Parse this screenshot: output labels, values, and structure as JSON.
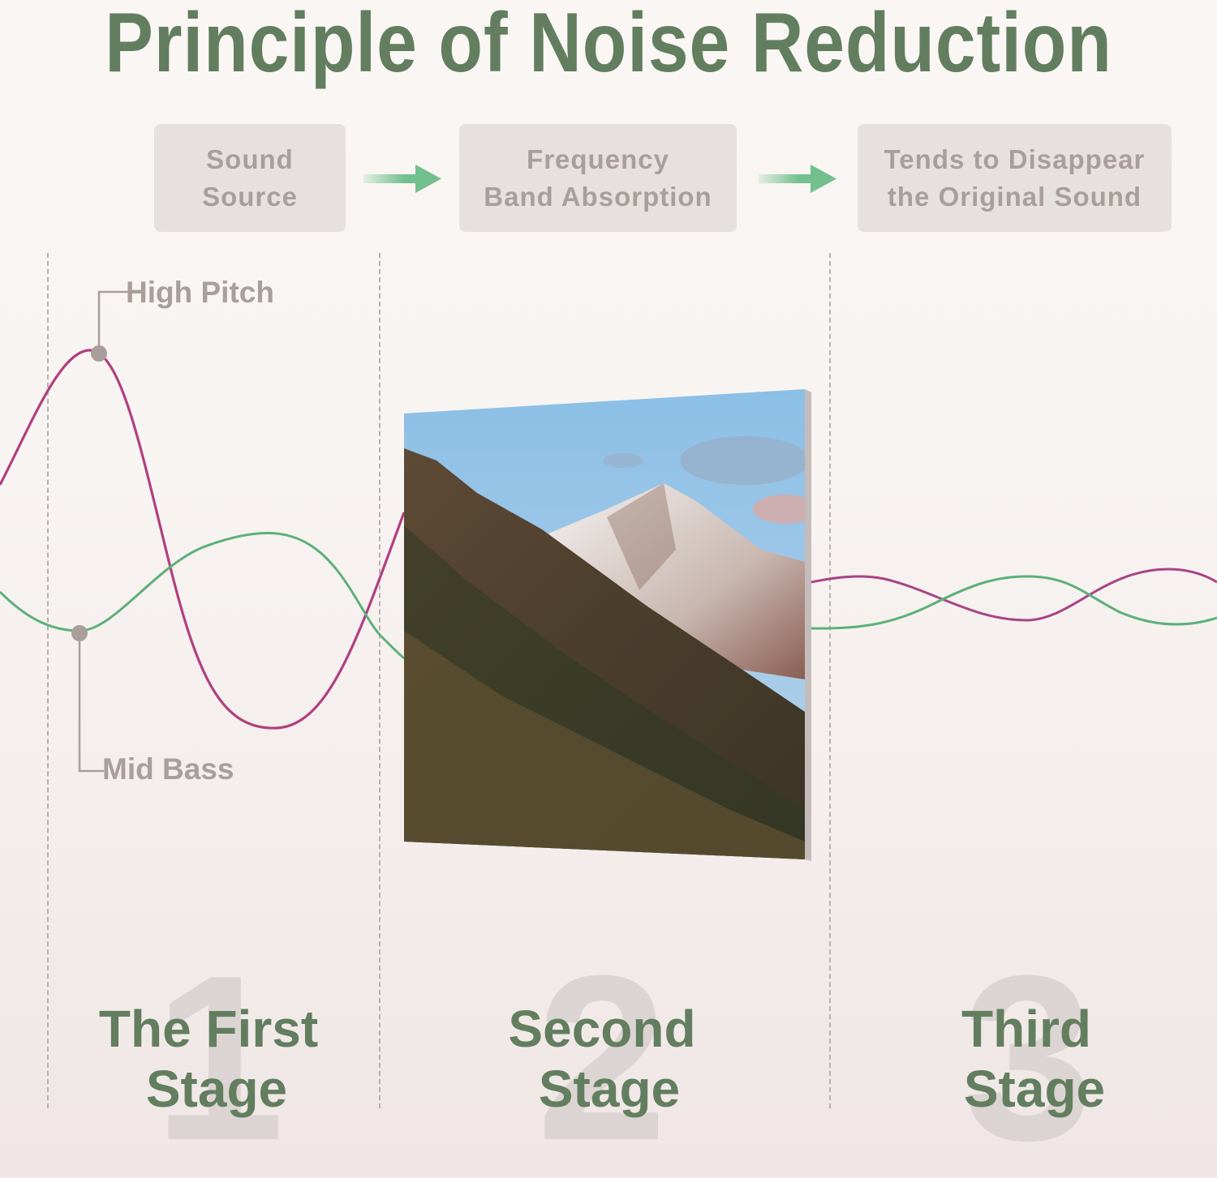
{
  "title": "Principle of Noise Reduction",
  "flow": {
    "steps": [
      {
        "line1": "Sound",
        "line2": "Source"
      },
      {
        "line1": "Frequency",
        "line2": "Band Absorption"
      },
      {
        "line1": "Tends to Disappear",
        "line2": "the Original Sound"
      }
    ],
    "arrow_icon": "right-arrow-icon"
  },
  "callouts": {
    "high_pitch": "High Pitch",
    "mid_bass": "Mid Bass"
  },
  "waves": {
    "high_pitch_color": "#b0407f",
    "mid_bass_color": "#5db07a"
  },
  "panel": {
    "image": "acoustic-panel-mountain-print"
  },
  "stages": [
    {
      "number": "1",
      "line1": "The First",
      "line2": "Stage"
    },
    {
      "number": "2",
      "line1": "Second",
      "line2": "Stage"
    },
    {
      "number": "3",
      "line1": "Third",
      "line2": "Stage"
    }
  ],
  "colors": {
    "title_green": "#627e5f",
    "box_bg": "#e6e1df",
    "box_text": "#a89e9c",
    "arrow_green": "#72c08e",
    "divider": "#b9b0ae"
  }
}
